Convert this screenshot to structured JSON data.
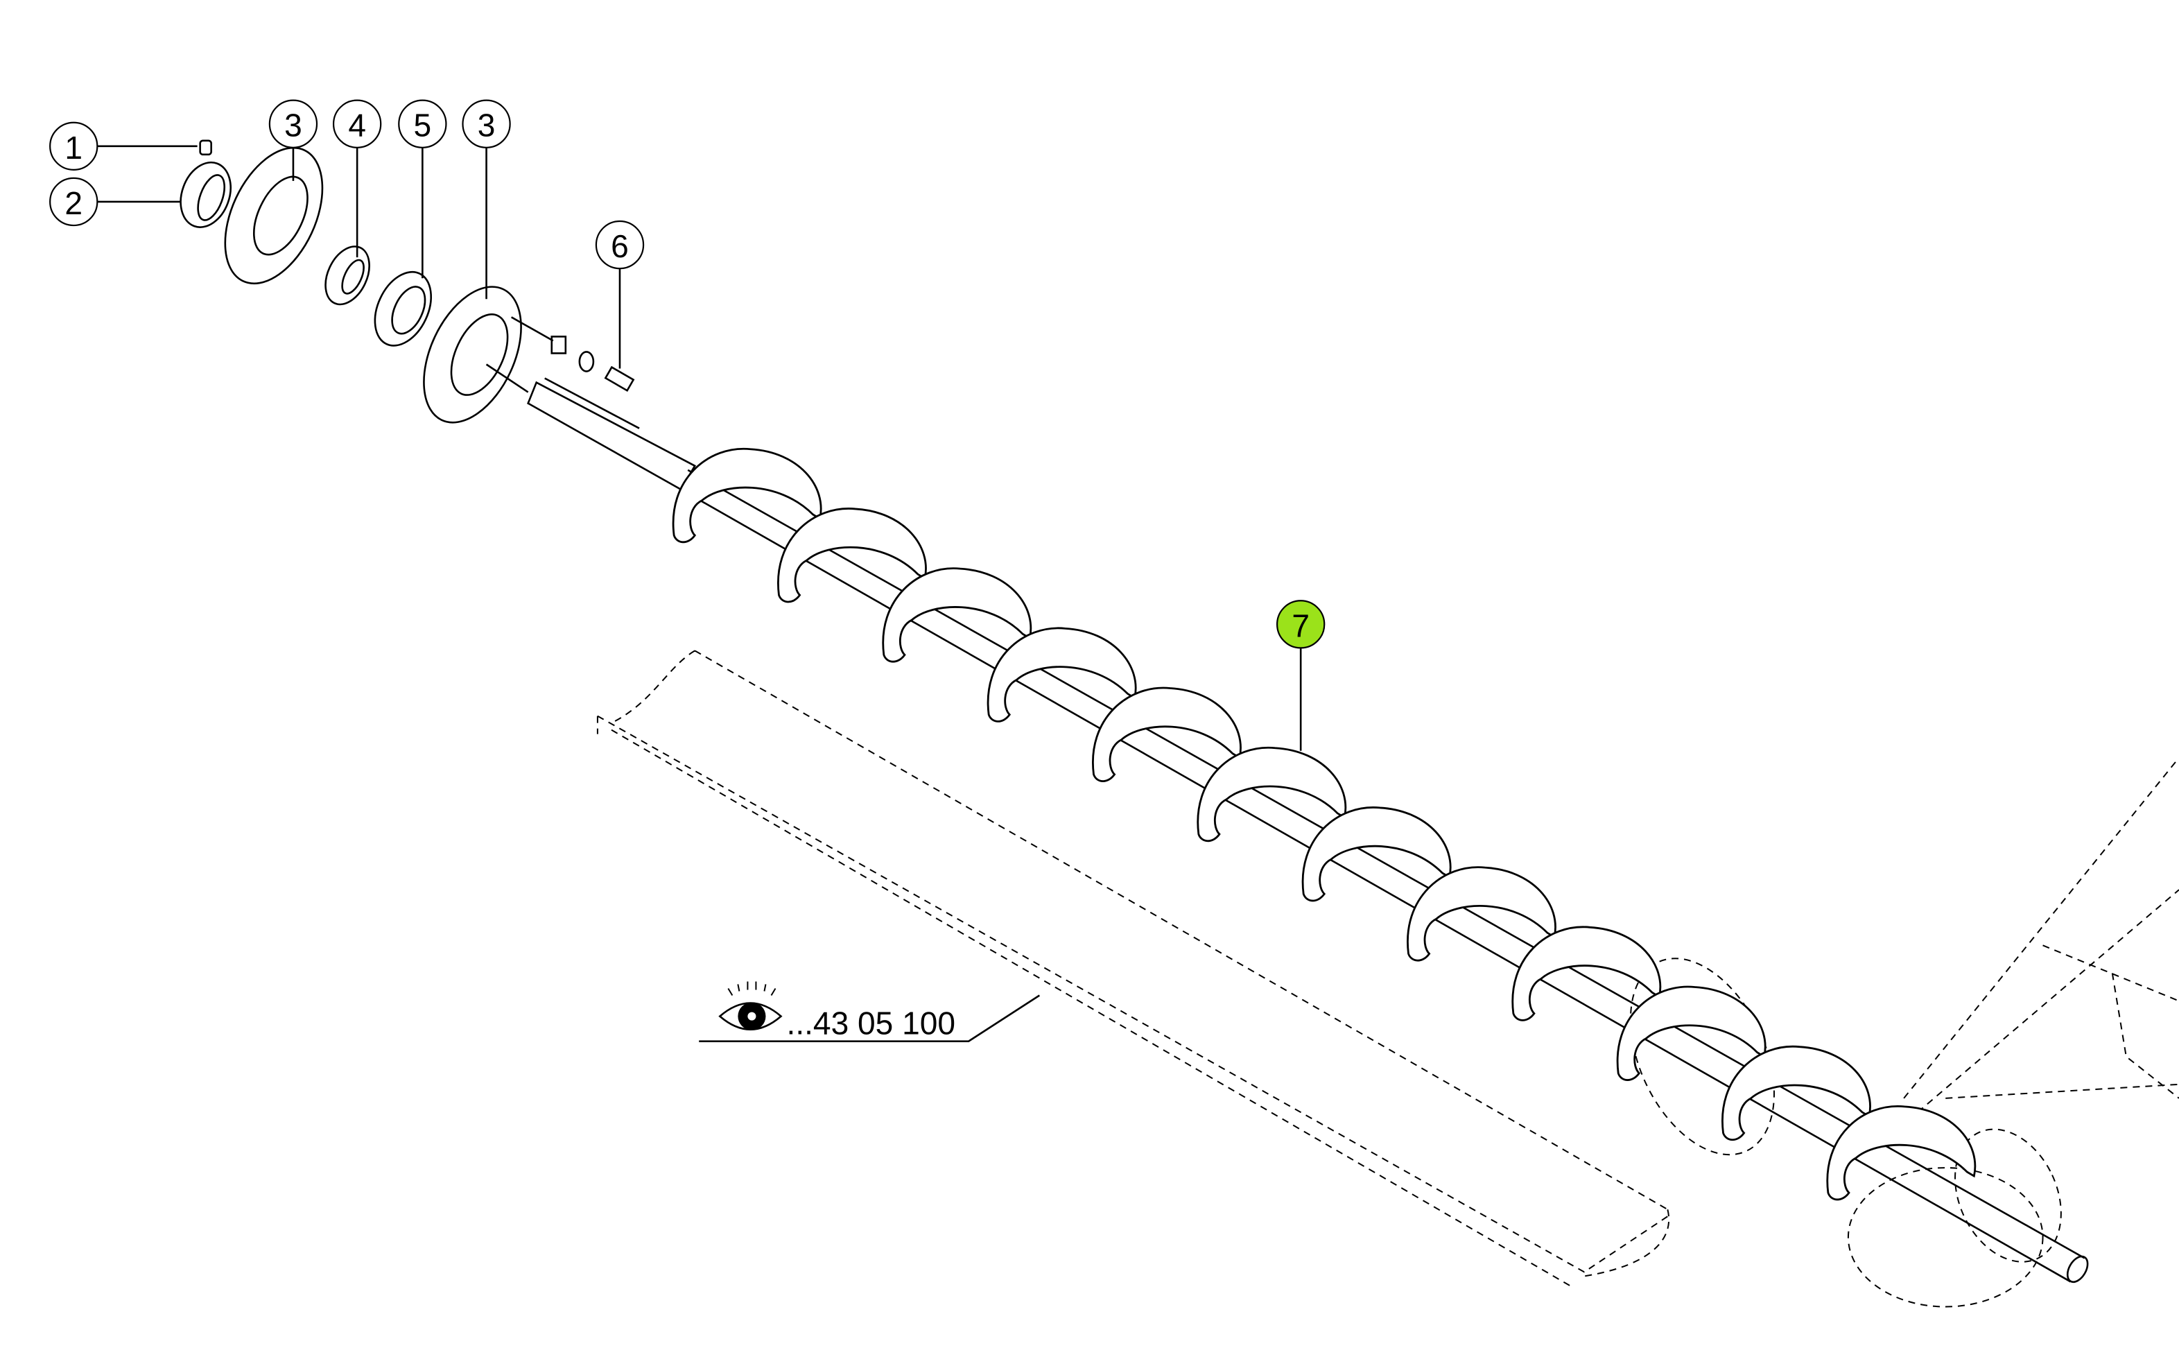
{
  "callouts": [
    {
      "label": "1"
    },
    {
      "label": "2"
    },
    {
      "label": "3"
    },
    {
      "label": "4"
    },
    {
      "label": "5"
    },
    {
      "label": "3"
    },
    {
      "label": "6"
    },
    {
      "label": "7"
    }
  ],
  "highlight_color": "#9be21a",
  "reference": {
    "icon": "eye-icon",
    "text": "...43 05 100"
  }
}
